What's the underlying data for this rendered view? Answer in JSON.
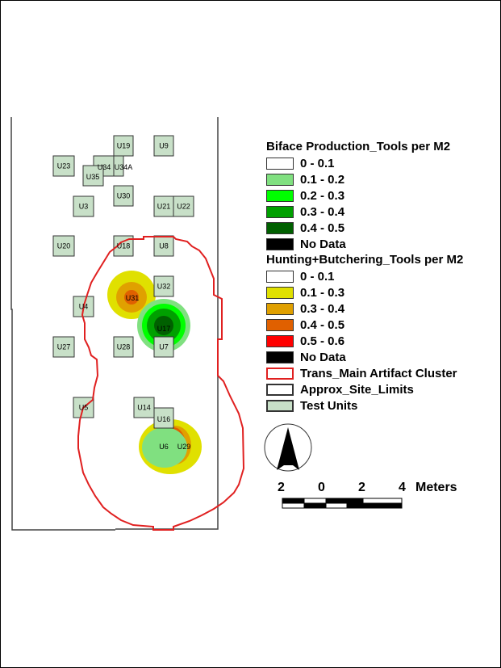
{
  "legend": {
    "biface": {
      "title": "Biface Production_Tools per M2",
      "classes": [
        {
          "label": "0 - 0.1",
          "color": "#ffffff"
        },
        {
          "label": "0.1 - 0.2",
          "color": "#80e080"
        },
        {
          "label": "0.2 - 0.3",
          "color": "#00ff00"
        },
        {
          "label": "0.3 - 0.4",
          "color": "#00a000"
        },
        {
          "label": "0.4 - 0.5",
          "color": "#006000"
        },
        {
          "label": "No Data",
          "color": "#000000"
        }
      ]
    },
    "hunting": {
      "title": "Hunting+Butchering_Tools per M2",
      "classes": [
        {
          "label": "0 - 0.1",
          "color": "#ffffff"
        },
        {
          "label": "0.1 - 0.3",
          "color": "#e0e000"
        },
        {
          "label": "0.3 - 0.4",
          "color": "#e0a000"
        },
        {
          "label": "0.4 - 0.5",
          "color": "#e06000"
        },
        {
          "label": "0.5 - 0.6",
          "color": "#ff0000"
        },
        {
          "label": "No Data",
          "color": "#000000"
        }
      ]
    },
    "layers": [
      {
        "label": "Trans_Main Artifact Cluster",
        "fill": "#ffffff",
        "stroke": "#e02020"
      },
      {
        "label": "Approx_Site_Limits",
        "fill": "#ffffff",
        "stroke": "#333333"
      },
      {
        "label": "Test Units",
        "fill": "#c8e0c8",
        "stroke": "#333333"
      }
    ]
  },
  "units": [
    "U19",
    "U9",
    "U23",
    "U34",
    "U34A",
    "U35",
    "U30",
    "U3",
    "U21",
    "U22",
    "U20",
    "U18",
    "U8",
    "U32",
    "U31",
    "U4",
    "U17",
    "U27",
    "U28",
    "U7",
    "U5",
    "U14",
    "U16",
    "U6",
    "U29"
  ],
  "scale_bar": {
    "ticks": [
      "2",
      "0",
      "2",
      "4"
    ],
    "unit": "Meters"
  }
}
